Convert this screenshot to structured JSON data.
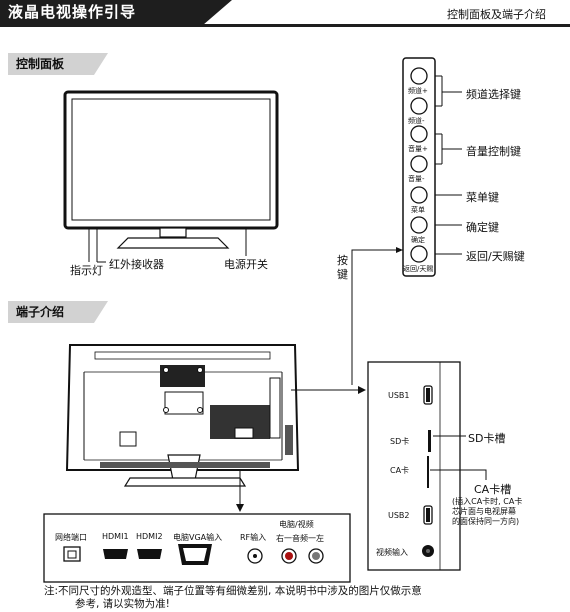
{
  "header": {
    "title": "液晶电视操作引导",
    "right": "控制面板及端子介绍"
  },
  "sections": {
    "control_panel": "控制面板",
    "terminals": "端子介绍"
  },
  "tv_front": {
    "indicator": "指示灯",
    "ir_receiver": "红外接收器",
    "power_switch": "电源开关"
  },
  "keys": {
    "vertical_label": [
      "按",
      "键"
    ],
    "buttons": [
      "频道+",
      "频道-",
      "音量+",
      "音量-",
      "菜单",
      "确定",
      "返回/天赐"
    ],
    "callouts": {
      "channel": "频道选择键",
      "volume": "音量控制键",
      "menu": "菜单键",
      "ok": "确定键",
      "back": "返回/天赐键"
    }
  },
  "side_panel": {
    "usb1": "USB1",
    "sd": "SD卡",
    "ca": "CA卡",
    "usb2": "USB2",
    "video_in": "视频输入"
  },
  "callouts": {
    "sd_slot": "SD卡槽",
    "ca_slot_title": "CA卡槽",
    "ca_slot_note": [
      "(插入CA卡时, CA卡",
      "芯片面与电视屏幕",
      "的面保持同一方向)"
    ]
  },
  "bottom_panel": {
    "network": "网络端口",
    "hdmi1": "HDMI1",
    "hdmi2": "HDMI2",
    "vga": "电脑VGA输入",
    "rf": "RF输入",
    "av_top": "电脑/视频",
    "av_bottom": "右一音频一左"
  },
  "note": [
    "注:不同尺寸的外观造型、端子位置等有细微差别, 本说明书中涉及的图片仅做示意",
    "参考, 请以实物为准!"
  ]
}
